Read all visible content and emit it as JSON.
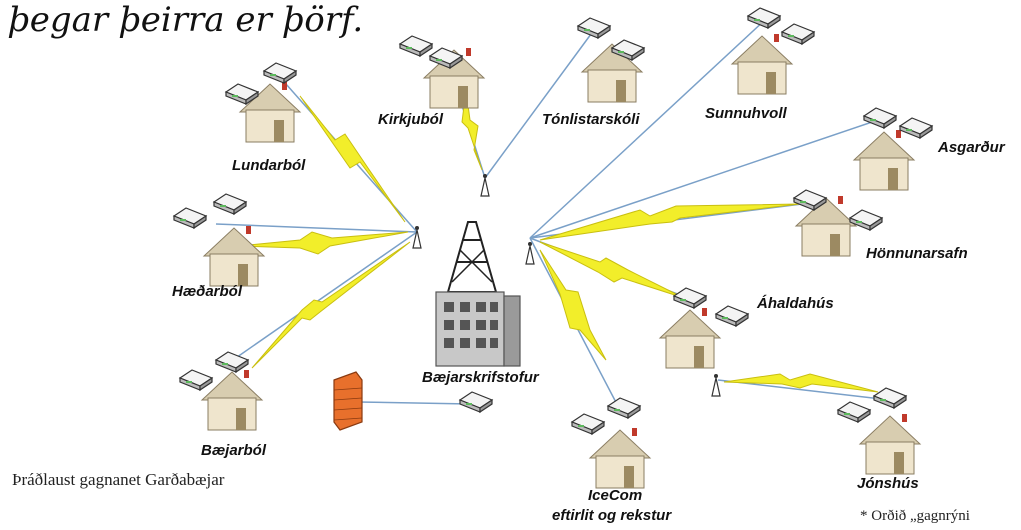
{
  "heading": "þegar þeirra er þörf.",
  "caption": "Þráðlaust gagnanet Garðabæjar",
  "footnote": "* Orðið „gagnrýni",
  "labels": {
    "center": "Bæjarskrifstofur",
    "lundarbol": "Lundarból",
    "haedarbol": "Hæðarból",
    "baejarbol": "Bæjarból",
    "kirkjubol": "Kirkjuból",
    "tonlistarskoli": "Tónlistarskóli",
    "sunnuhvoll": "Sunnuhvoll",
    "asgardur": "Asgarður",
    "honnunarsafn": "Hönnunarsafn",
    "ahaldahus": "Áhaldahús",
    "jonshus": "Jónshús",
    "icecom_line1": "IceCom",
    "icecom_line2": "eftirlit og rekstur"
  },
  "colors": {
    "wireless_link": "#f2ee2a",
    "cable": "#7aa0c8",
    "house_wall": "#ece1c8",
    "house_roof": "#d9cfb4",
    "firewall": "#e8702c"
  }
}
